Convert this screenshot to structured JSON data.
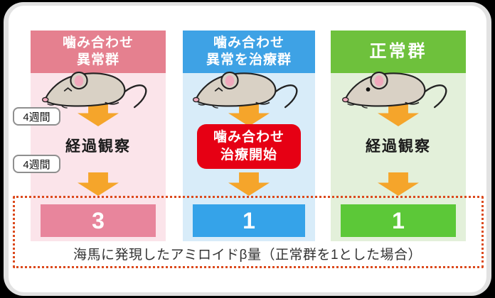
{
  "caption": "海馬に発現したアミロイドβ量（正常群を1とした場合）",
  "interval_labels": [
    "4週間",
    "4週間"
  ],
  "columns": [
    {
      "header": {
        "line1": "噛み合わせ",
        "line2": "異常群"
      },
      "phase": "経過観察",
      "result": "3",
      "colors": {
        "header": "#e5808f",
        "body": "#fbe4ea",
        "bar": "#e8859c"
      }
    },
    {
      "header": {
        "line1": "噛み合わせ",
        "line2": "異常を治療群"
      },
      "treatment": {
        "line1": "噛み合わせ",
        "line2": "治療開始"
      },
      "result": "1",
      "colors": {
        "header": "#3ea2e5",
        "body": "#d8ecf9",
        "bar": "#35a3e9"
      }
    },
    {
      "header": {
        "line1": "正常群"
      },
      "phase": "経過観察",
      "result": "1",
      "colors": {
        "header": "#6ec13c",
        "body": "#e3f0da",
        "bar": "#5cc838"
      }
    }
  ],
  "colors": {
    "page_bg": "#000000",
    "card_bg": "#ffffff",
    "card_shadow": "#e2e2e2",
    "arrow": "#f5a52b",
    "treatment_box": "#e60014",
    "dotted_border": "#dc4a1d"
  }
}
